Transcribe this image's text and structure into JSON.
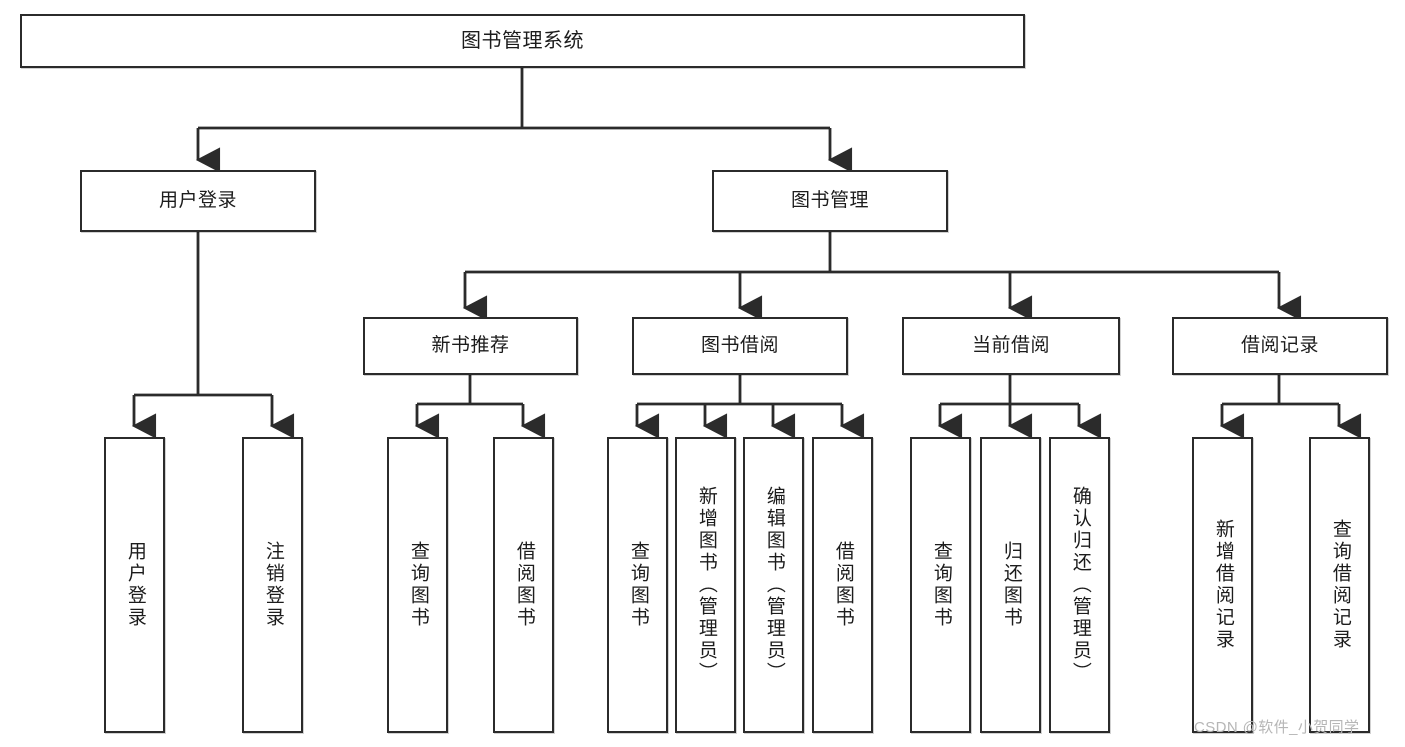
{
  "diagram": {
    "type": "tree",
    "title": "图书管理系统",
    "watermark": "CSDN @软件_小贺同学",
    "colors": {
      "box_border": "#2b2b2b",
      "box_fill": "#ffffff",
      "connector": "#2b2b2b",
      "text": "#1c1c1c",
      "watermark": "#b6b6b6"
    },
    "nodes": {
      "root": {
        "label": "图书管理系统"
      },
      "level2": [
        {
          "label": "用户登录"
        },
        {
          "label": "图书管理"
        }
      ],
      "level3": [
        {
          "label": "新书推荐"
        },
        {
          "label": "图书借阅"
        },
        {
          "label": "当前借阅"
        },
        {
          "label": "借阅记录"
        }
      ],
      "leaves": {
        "user_login": [
          {
            "label": "用户登录"
          },
          {
            "label": "注销登录"
          }
        ],
        "new_book_recommend": [
          {
            "label": "查询图书"
          },
          {
            "label": "借阅图书"
          }
        ],
        "book_borrow": [
          {
            "label": "查询图书"
          },
          {
            "label": "新增图书（管理员）"
          },
          {
            "label": "编辑图书（管理员）"
          },
          {
            "label": "借阅图书"
          }
        ],
        "current_borrow": [
          {
            "label": "查询图书"
          },
          {
            "label": "归还图书"
          },
          {
            "label": "确认归还（管理员）"
          }
        ],
        "borrow_record": [
          {
            "label": "新增借阅记录"
          },
          {
            "label": "查询借阅记录"
          }
        ]
      }
    }
  }
}
